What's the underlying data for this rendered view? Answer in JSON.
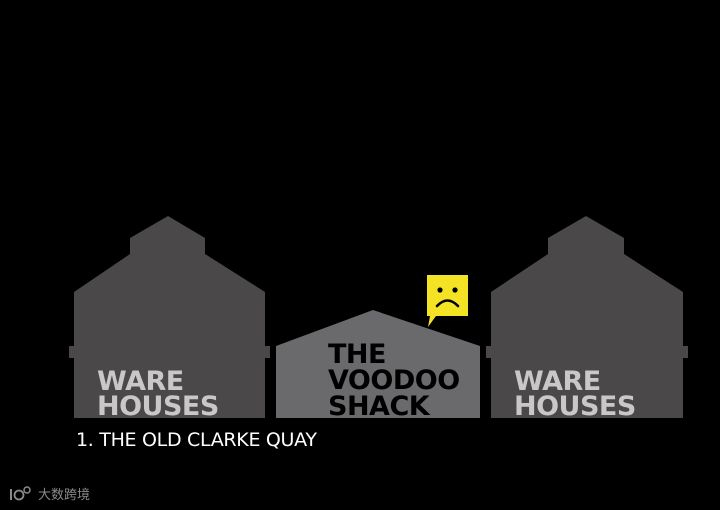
{
  "buildings": {
    "left": {
      "line1": "WARE",
      "line2": "HOUSES"
    },
    "center": {
      "line1": "THE",
      "line2": "VOODOO",
      "line3": "SHACK"
    },
    "right": {
      "line1": "WARE",
      "line2": "HOUSES"
    }
  },
  "caption": "1. THE OLD CLARKE QUAY",
  "sad_sign": {
    "icon": "sad-face-icon"
  },
  "watermark": {
    "text": "大数跨境"
  },
  "colors": {
    "background": "#000000",
    "warehouse": "#4a4848",
    "warehouse_text": "#c9c7c7",
    "shack": "#6a6a6c",
    "shack_text": "#000000",
    "sign": "#f4e324"
  }
}
